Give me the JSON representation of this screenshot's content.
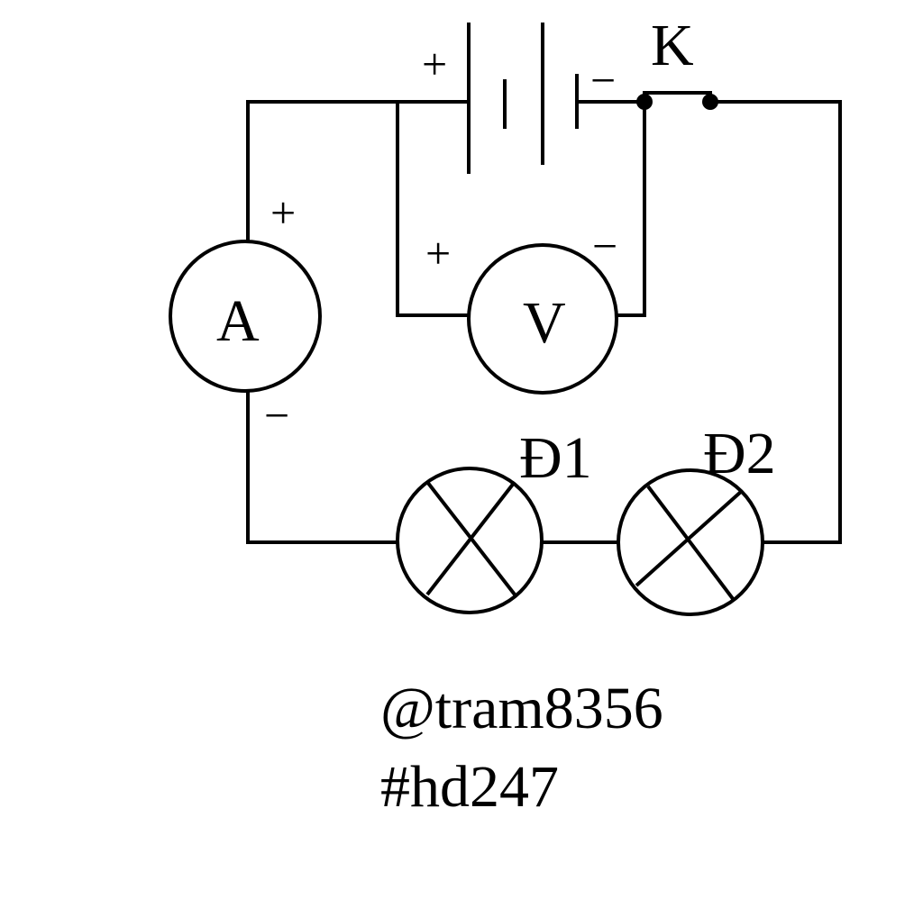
{
  "labels": {
    "switch": "K",
    "ammeter": "A",
    "voltmeter": "V",
    "lamp1": "Đ1",
    "lamp2": "Đ2",
    "plus": "+",
    "minus": "−"
  },
  "caption": {
    "author": "@tram8356",
    "tag": "#hd247"
  },
  "colors": {
    "stroke": "#000000",
    "background": "#ffffff"
  }
}
